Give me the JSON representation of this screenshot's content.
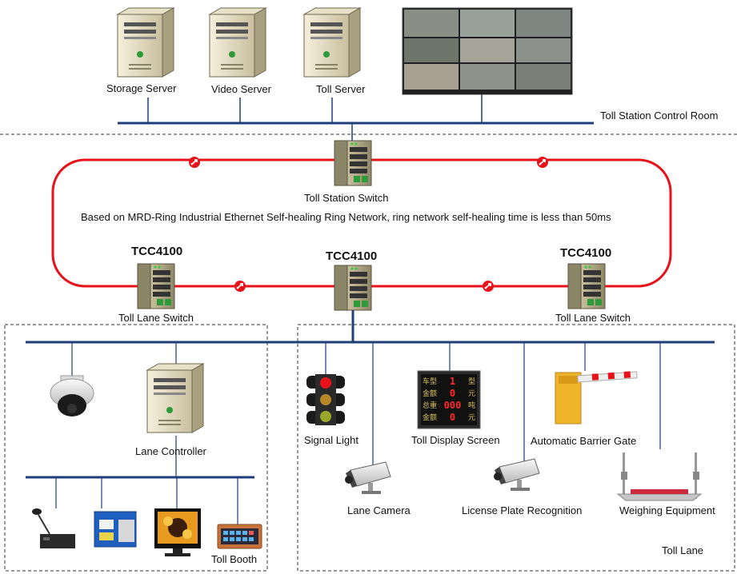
{
  "control_room": {
    "servers": [
      "Storage Server",
      "Video Server",
      "Toll Server"
    ],
    "zone_label": "Toll Station Control Room"
  },
  "ring": {
    "station_switch": "Toll Station Switch",
    "description": "Based on MRD-Ring Industrial Ethernet Self-healing Ring Network, ring network self-healing time is less than 50ms",
    "model_left": "TCC4100",
    "model_center": "TCC4100",
    "model_right": "TCC4100",
    "lane_switch_left": "Toll Lane Switch",
    "lane_switch_right": "Toll Lane Switch",
    "ring_color": "#e8121a",
    "bus_color": "#1f3d7a"
  },
  "booth": {
    "lane_controller": "Lane Controller",
    "zone_label": "Toll Booth"
  },
  "lane": {
    "signal_light": "Signal Light",
    "display_screen": "Toll Display Screen",
    "barrier_gate": "Automatic Barrier Gate",
    "lane_camera": "Lane Camera",
    "plate_recognition": "License Plate Recognition",
    "weighing": "Weighing Equipment",
    "zone_label": "Toll Lane",
    "display_rows": [
      {
        "label": "车型",
        "value": "1",
        "unit": "型"
      },
      {
        "label": "金额",
        "value": "0",
        "unit": "元"
      },
      {
        "label": "总重",
        "value": "000",
        "unit": "吨"
      },
      {
        "label": "金额",
        "value": "0",
        "unit": "元"
      }
    ]
  }
}
